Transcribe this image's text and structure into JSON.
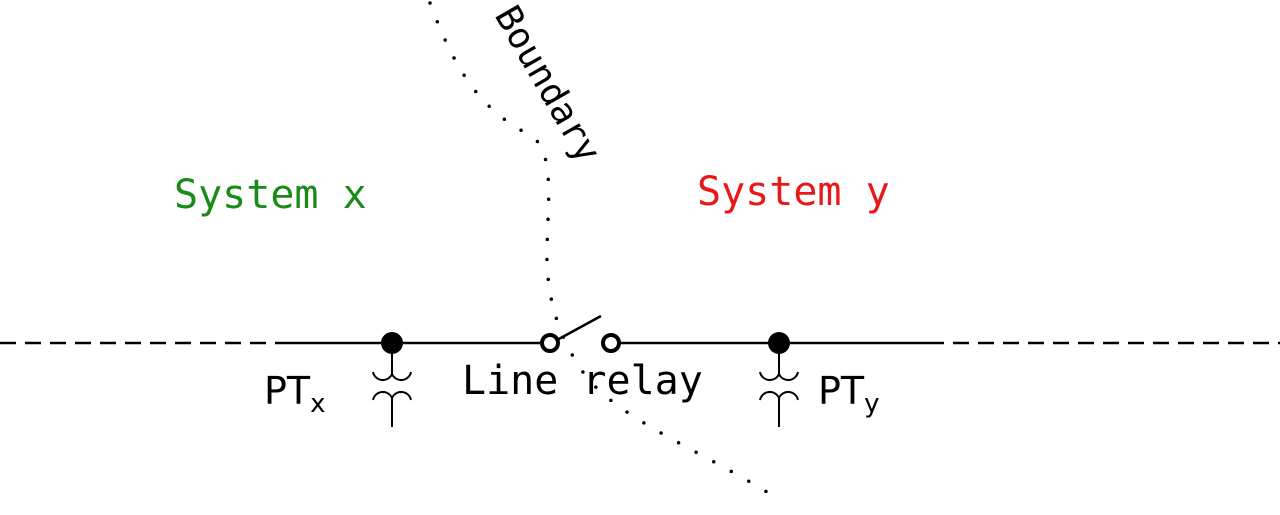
{
  "diagram": {
    "labels": {
      "system_x": "System x",
      "system_y": "System y",
      "boundary": "Boundary",
      "line_relay": "Line relay",
      "pt_x_main": "PT",
      "pt_x_sub": "x",
      "pt_y_main": "PT",
      "pt_y_sub": "y"
    },
    "colors": {
      "system_x": "#1a8a1a",
      "system_y": "#e81818",
      "ink": "#000000"
    },
    "components": [
      {
        "id": "pt-x",
        "type": "potential-transformer",
        "label": "PTx"
      },
      {
        "id": "line-relay",
        "type": "open-switch",
        "label": "Line relay"
      },
      {
        "id": "pt-y",
        "type": "potential-transformer",
        "label": "PTy"
      }
    ]
  }
}
